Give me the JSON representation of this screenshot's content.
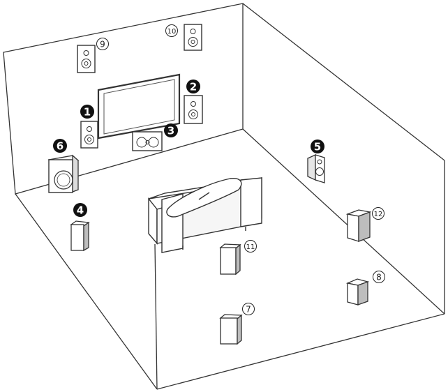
{
  "labels": {
    "front_left": "1",
    "front_right": "2",
    "center": "3",
    "surround_left": "4",
    "surround_right": "5",
    "subwoofer": "6",
    "surround_back_left": "7",
    "surround_back_right": "8",
    "front_high_left": "9",
    "front_high_right": "10",
    "rear_high_left": "11",
    "rear_high_right": "12"
  }
}
